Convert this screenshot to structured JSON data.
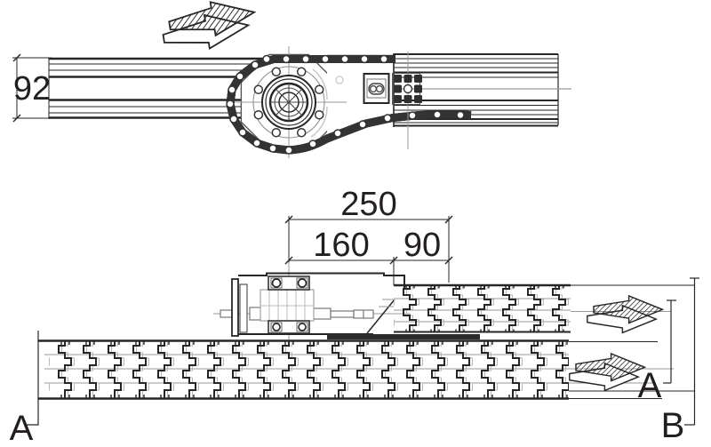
{
  "drawing": {
    "dimensions": {
      "beam_height": "92",
      "overall_length": "250",
      "segment_left": "160",
      "segment_right": "90"
    },
    "section_labels": {
      "a_left": "A",
      "a_right": "A",
      "b_right": "B"
    },
    "colors": {
      "line": "#262626",
      "centerline": "#999999",
      "background": "#ffffff"
    }
  }
}
